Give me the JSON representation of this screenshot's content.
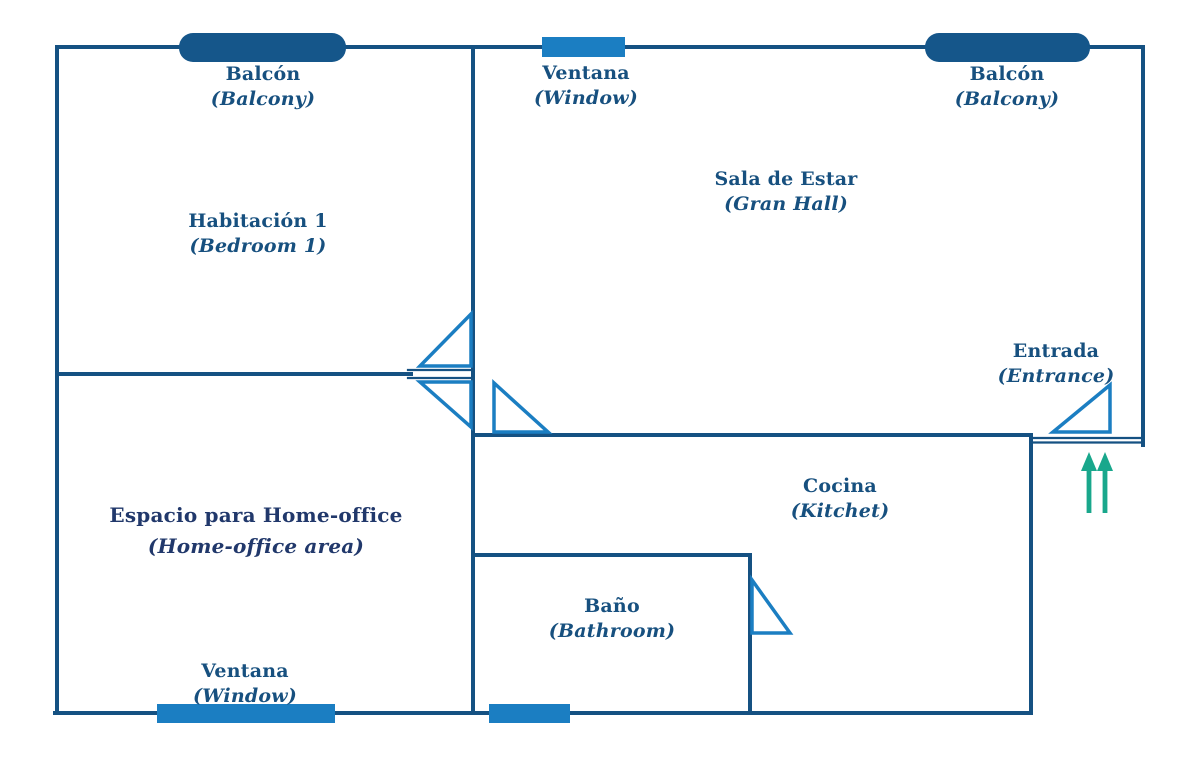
{
  "palette": {
    "wall": "#155182",
    "accent_blue": "#1b7ec2",
    "balcony_fill": "#15568a",
    "arrow_green": "#19a78c",
    "label_blue": "#17507f",
    "label_navy": "#21386b",
    "background": "#ffffff"
  },
  "labels": {
    "balcony_left": {
      "title": "Balcón",
      "subtitle": "(Balcony)"
    },
    "window_top": {
      "title": "Ventana",
      "subtitle": "(Window)"
    },
    "balcony_right": {
      "title": "Balcón",
      "subtitle": "(Balcony)"
    },
    "bedroom_1": {
      "title": "Habitación 1",
      "subtitle": "(Bedroom 1)"
    },
    "gran_hall": {
      "title": "Sala de Estar",
      "subtitle": "(Gran Hall)"
    },
    "entrance": {
      "title": "Entrada",
      "subtitle": "(Entrance)"
    },
    "home_office": {
      "title": "Espacio para Home-office",
      "subtitle": "(Home-office area)"
    },
    "kitchen": {
      "title": "Cocina",
      "subtitle": "(Kitchet)"
    },
    "bathroom": {
      "title": "Baño",
      "subtitle": "(Bathroom)"
    },
    "window_bottom": {
      "title": "Ventana",
      "subtitle": "(Window)"
    }
  }
}
